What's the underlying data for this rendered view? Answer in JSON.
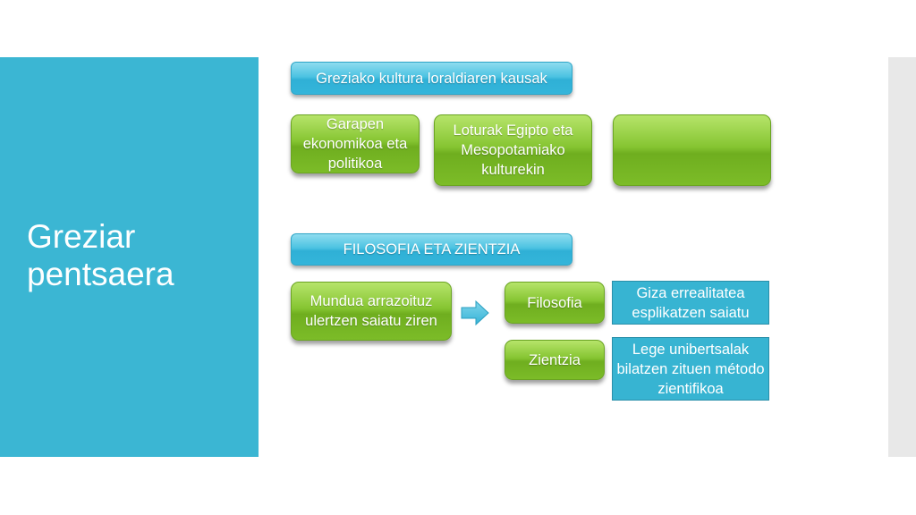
{
  "slide": {
    "title_line1": "Greziar",
    "title_line2": "pentsaera"
  },
  "diagram": {
    "causes_header": "Greziako kultura loraldiaren kausak",
    "causes": [
      "Garapen ekonomikoa eta politikoa",
      "Loturak Egipto eta Mesopotamiako kulturekin",
      ""
    ],
    "section_header": "FILOSOFIA ETA ZIENTZIA",
    "source_box": "Mundua arrazoituz ulertzen saiatu ziren",
    "branches": [
      {
        "name": "Filosofia",
        "description": "Giza errealitatea esplikatzen saiatu"
      },
      {
        "name": "Zientzia",
        "description": "Lege unibertsalak bilatzen zituen método zientifikoa"
      }
    ]
  },
  "colors": {
    "accent_blue": "#3bb6d3",
    "box_green": "#86c532",
    "side_gray": "#e8e8e8"
  }
}
